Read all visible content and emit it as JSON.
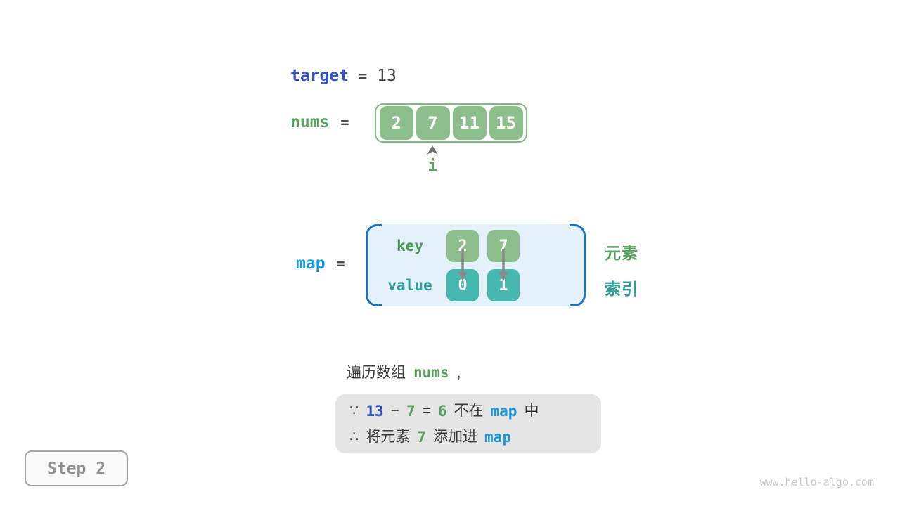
{
  "target": {
    "label": "target",
    "equals": "=",
    "value": "13"
  },
  "nums": {
    "label": "nums",
    "equals": "=",
    "values": [
      "2",
      "7",
      "11",
      "15"
    ],
    "pointer_label": "i",
    "pointer_index": 1
  },
  "map": {
    "label": "map",
    "equals": "=",
    "key_label": "key",
    "value_label": "value",
    "entries": [
      {
        "key": "2",
        "value": "0"
      },
      {
        "key": "7",
        "value": "1"
      }
    ],
    "element_label": "元素",
    "index_label": "索引"
  },
  "caption": {
    "prefix": "遍历数组",
    "code": "nums",
    "comma": ","
  },
  "reason": {
    "line1": {
      "because": "∵",
      "minuend": "13",
      "minus": "−",
      "subtrahend": "7",
      "equals": "=",
      "difference": "6",
      "not_in": "不在",
      "map": "map",
      "suffix": "中"
    },
    "line2": {
      "therefore": "∴",
      "action_prefix": "将元素",
      "element": "7",
      "action_suffix": "添加进",
      "map": "map"
    }
  },
  "step": {
    "label": "Step 2"
  },
  "watermark": "www.hello-algo.com",
  "colors": {
    "code_indigo": "#3354c7",
    "code_green": "#57a05d",
    "code_cyan": "#1b97da",
    "teal_label": "#2f9e99",
    "green_cell": "#8cbf8b",
    "teal_cell": "#45b8b0",
    "array_border": "#7db980",
    "map_bracket": "#1c72c4",
    "map_background": "#e4f1fb",
    "reason_background": "#e5e5e5",
    "arrow_gray": "#8a8a8a",
    "dark_text": "#3c3c3c"
  }
}
